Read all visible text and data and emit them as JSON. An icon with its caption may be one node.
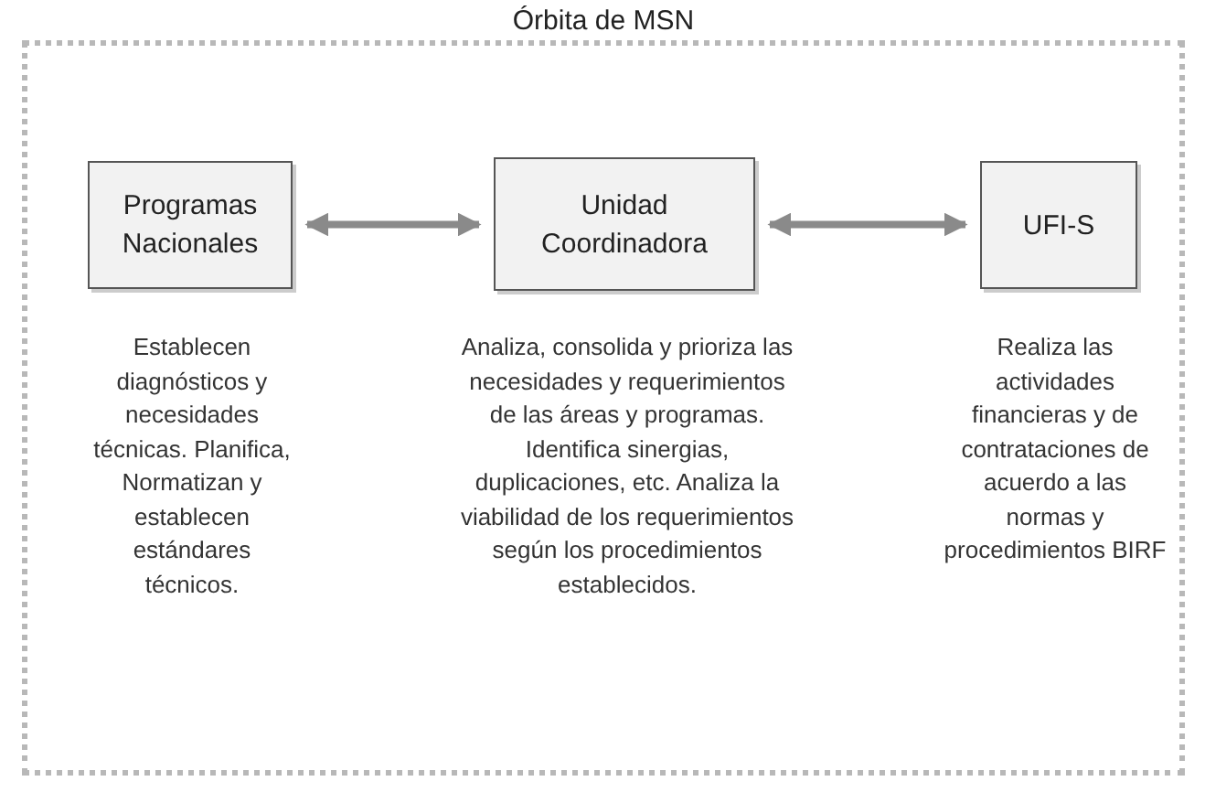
{
  "diagram": {
    "nodes": [
      {
        "text": [
          "Órbita de MSN"
        ]
      },
      {
        "text": [
          "Programas Nacionales"
        ],
        "in": 0,
        "beside": [
          "Establecen diagnósticos y necesidades técnicas. Planifica, Normatizan y establecen estándares técnicos."
        ]
      },
      {
        "text": [
          "Unidad Coordinadora"
        ],
        "in": 0,
        "beside": [
          "Analiza, consolida y prioriza las necesidades y requerimientos de las áreas y programas. Identifica sinergias, duplicaciones, etc. Analiza la viabilidad de los requerimientos según los procedimientos establecidos."
        ]
      },
      {
        "text": [
          "UFI-S"
        ],
        "in": 0,
        "beside": [
          "Realiza las actividades financieras y de contrataciones de acuerdo a las normas y procedimientos BIRF"
        ]
      }
    ],
    "edges": [
      {
        "from": 1,
        "to": 2,
        "arrow": "both"
      },
      {
        "from": 2,
        "to": 3,
        "arrow": "both"
      }
    ]
  }
}
